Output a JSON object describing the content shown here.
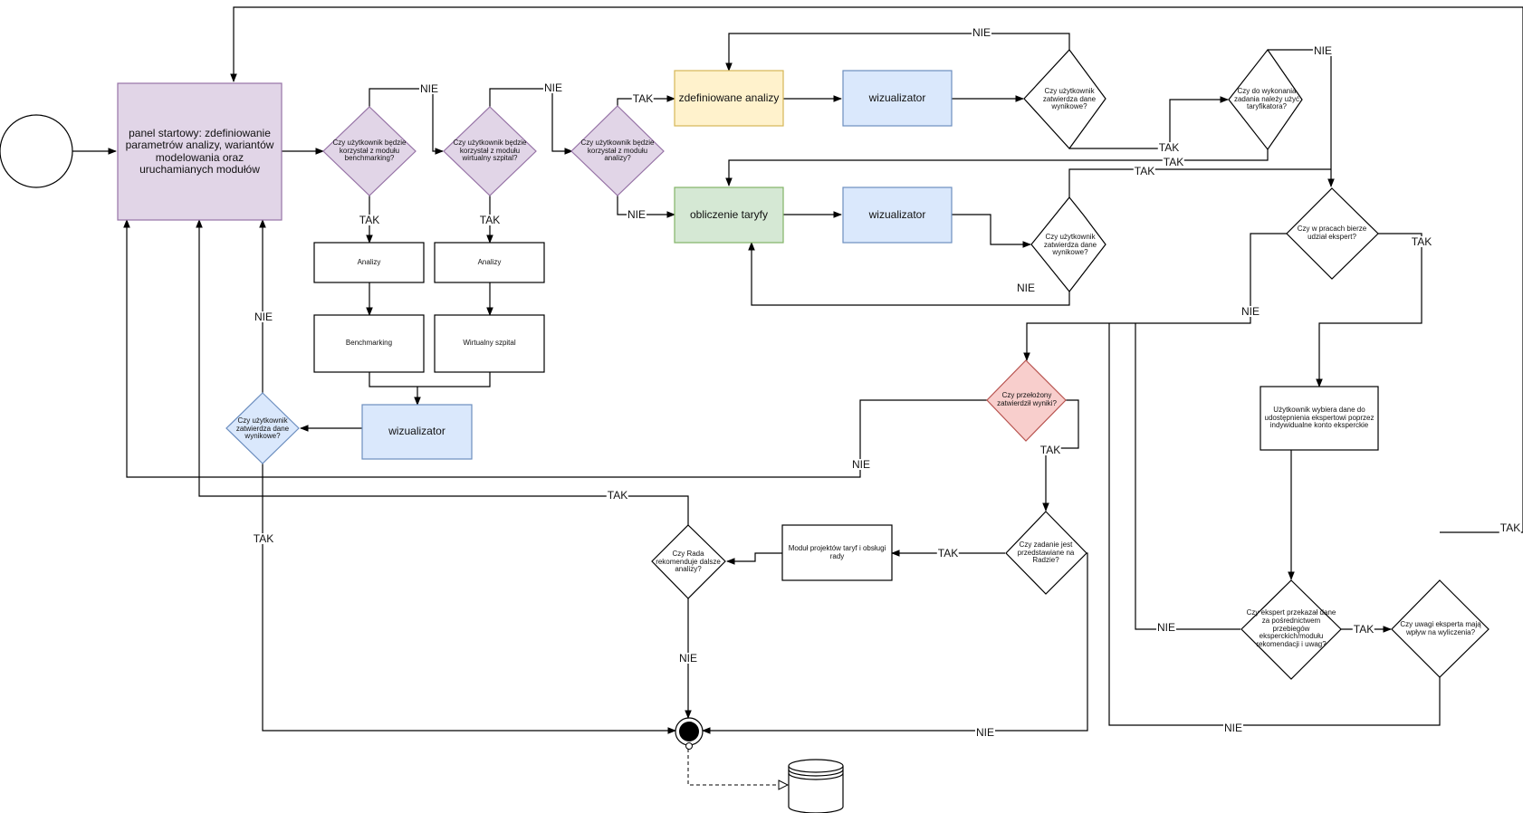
{
  "colors": {
    "purple_fill": "#e1d5e7",
    "purple_stroke": "#9673a6",
    "yellow_fill": "#fff2cc",
    "yellow_stroke": "#d6b656",
    "blue_fill": "#dae8fc",
    "blue_stroke": "#6c8ebf",
    "green_fill": "#d5e8d4",
    "green_stroke": "#82b366",
    "red_fill": "#f8cecc",
    "red_stroke": "#b85450",
    "line": "#000000"
  },
  "nodes": {
    "panel": "panel startowy: zdefiniowanie parametrów analizy, wariantów modelowania oraz uruchamianych modułów",
    "q_benchmarking": "Czy użytkownik będzie korzystał z modułu benchmarking?",
    "q_wirtualny": "Czy użytkownik będzie korzystał z modułu wirtualny szpital?",
    "q_analizy": "Czy użytkownik będzie korzystał z modułu analizy?",
    "analizy_1": "Analizy",
    "analizy_2": "Analizy",
    "benchmarking": "Benchmarking",
    "wirtualny_szpital": "Wirtualny szpital",
    "wizualizator_bottom": "wizualizator",
    "q_zatwierdza_left": "Czy użytkownik zatwierdza dane wynikowe?",
    "zdefiniowane_analizy": "zdefiniowane analizy",
    "obliczenie_taryfy": "obliczenie taryfy",
    "wizualizator_top": "wizualizator",
    "wizualizator_mid": "wizualizator",
    "q_zatwierdza_top": "Czy użytkownik zatwierdza dane wynikowe?",
    "q_zatwierdza_mid": "Czy użytkownik zatwierdza dane wynikowe?",
    "q_taryfikator": "Czy do wykonania zadania należy użyć taryfikatora?",
    "q_ekspert": "Czy w pracach bierze udział ekspert?",
    "q_przelozony": "Czy przełożony zatwierdził wyniki?",
    "uzytkownik_wybiera": "Użytkownik wybiera dane do udostępnienia ekspertowi poprzez indywidualne konto eksperckie",
    "q_rada_zadanie": "Czy zadanie jest przedstawiane na Radzie?",
    "modul_projektow": "Moduł projektów taryf i obsługi rady",
    "q_rada_rekomenduje": "Czy Rada rekomenduje dalsze analizy?",
    "q_ekspert_przekazal": "Czy ekspert przekazał dane za pośrednictwem przebiegów eksperckich/modułu rekomendacji i uwag?",
    "q_uwagi": "Czy uwagi eksperta mają wpływ na wyliczenia?"
  },
  "labels": {
    "nie_1": "NIE",
    "nie_2": "NIE",
    "tak_analizy": "TAK",
    "nie_analizy": "NIE",
    "tak_bench": "TAK",
    "tak_wirt": "TAK",
    "nie_top": "NIE",
    "nie_taryf": "NIE",
    "tak_zatw_top": "TAK",
    "tak_taryf": "TAK",
    "tak_zatw_mid": "TAK",
    "nie_zatw_mid": "NIE",
    "tak_ekspert": "TAK",
    "nie_ekspert": "NIE",
    "nie_zatw_left": "NIE",
    "tak_zatw_left": "TAK",
    "tak_przel": "TAK",
    "nie_przel": "NIE",
    "tak_rada_rek": "TAK",
    "tak_rada_zad": "TAK",
    "nie_rada_rek": "NIE",
    "nie_rada_zad": "NIE",
    "nie_przekazal": "NIE",
    "tak_przekazal": "TAK",
    "nie_uwagi": "NIE",
    "tak_uwagi": "TAK"
  }
}
